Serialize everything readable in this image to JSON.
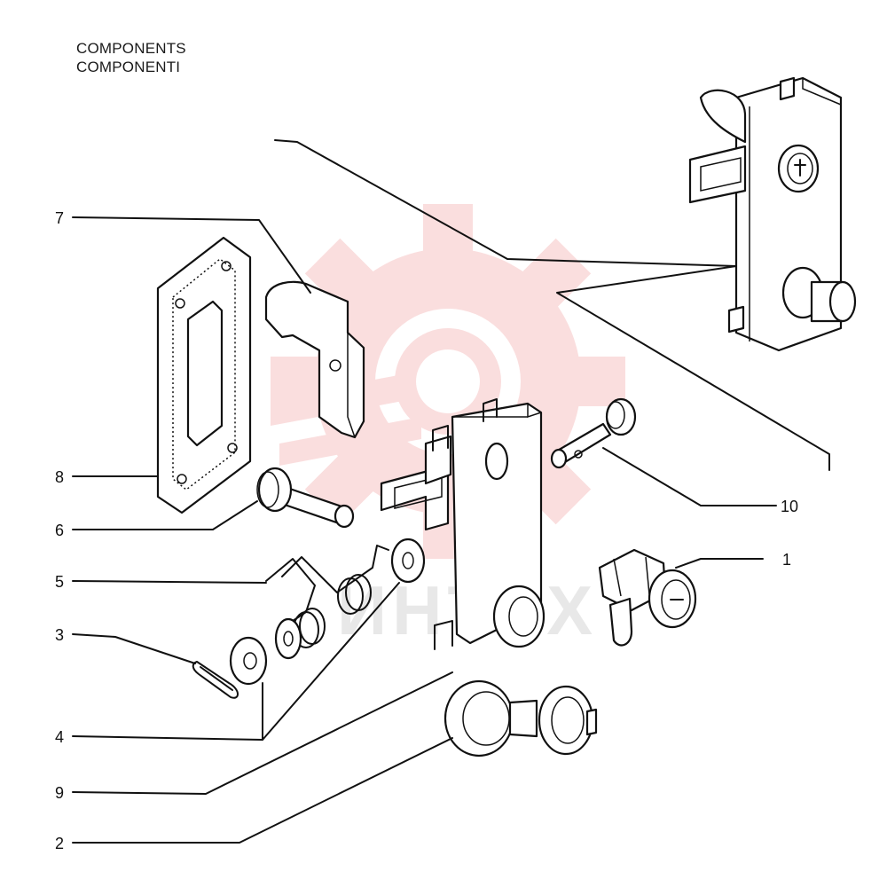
{
  "title": {
    "line1": "COMPONENTS",
    "line2": "COMPONENTI"
  },
  "watermark": {
    "text": "ИНТЕХ",
    "color": "#f08a8a",
    "icon": "gear-watermark-icon"
  },
  "callouts": [
    {
      "id": "7",
      "label": "7"
    },
    {
      "id": "8",
      "label": "8"
    },
    {
      "id": "6",
      "label": "6"
    },
    {
      "id": "5",
      "label": "5"
    },
    {
      "id": "3",
      "label": "3"
    },
    {
      "id": "4",
      "label": "4"
    },
    {
      "id": "9",
      "label": "9"
    },
    {
      "id": "2",
      "label": "2"
    },
    {
      "id": "10",
      "label": "10"
    },
    {
      "id": "1",
      "label": "1"
    }
  ]
}
